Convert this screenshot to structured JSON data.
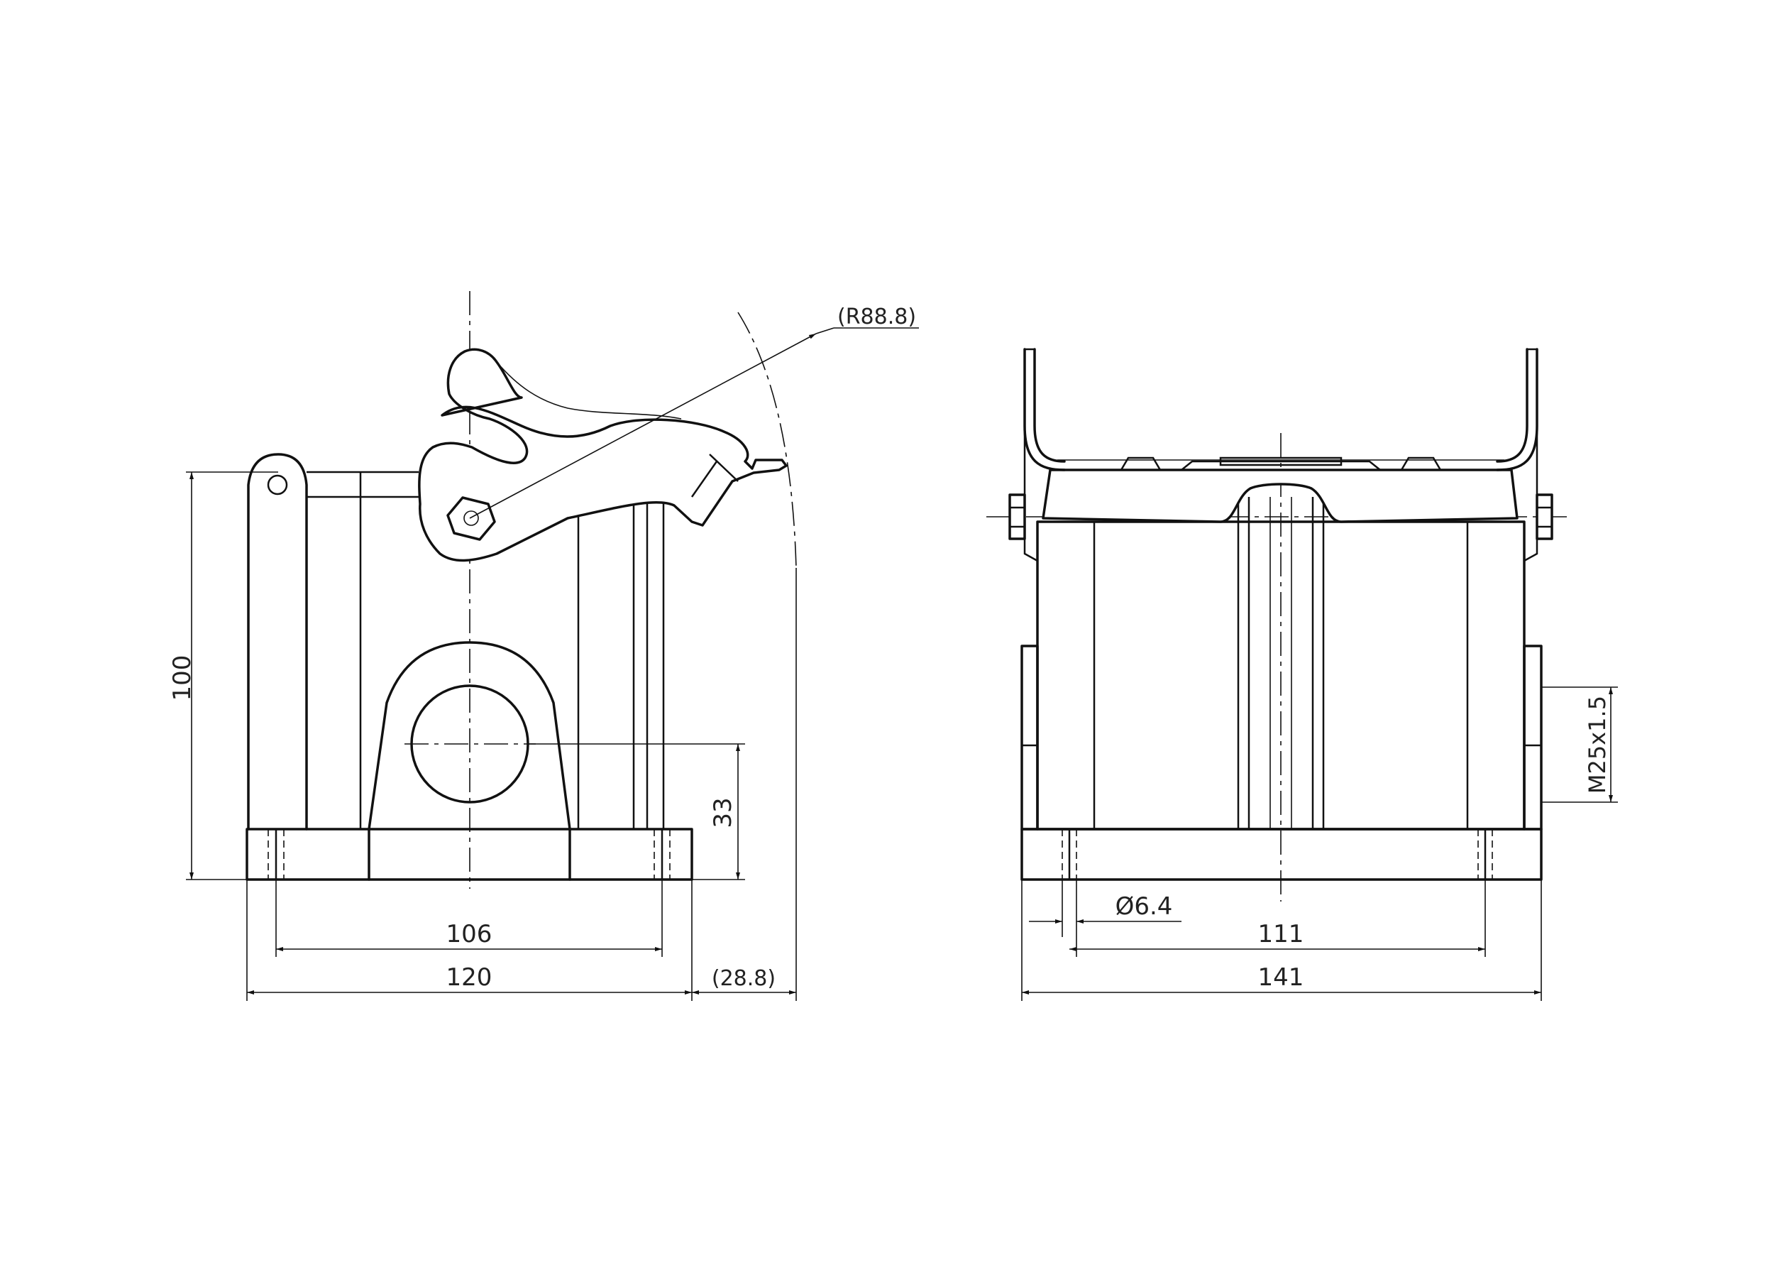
{
  "dimensions": {
    "radius": "(R88.8)",
    "height_total": "100",
    "height_entry": "33",
    "width_holes_left": "106",
    "width_base_left": "120",
    "lever_overhang": "(28.8)",
    "hole_dia": "Ø6.4",
    "width_holes_right": "111",
    "width_base_right": "141",
    "thread": "M25x1.5"
  }
}
